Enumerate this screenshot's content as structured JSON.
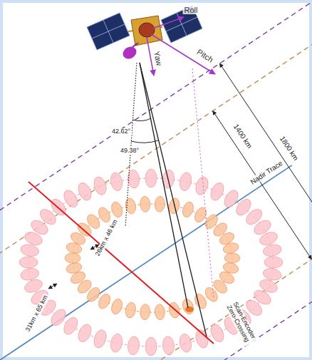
{
  "diagram": {
    "labels": [
      "Roll",
      "Yaw",
      "Pitch",
      "42.62°",
      "49.38°",
      "1400 km",
      "1800 km",
      "Nadir Trace",
      "26km x 46 km",
      "31km x 65 km",
      "Scan-Encoder Zero-Crossing"
    ]
  }
}
